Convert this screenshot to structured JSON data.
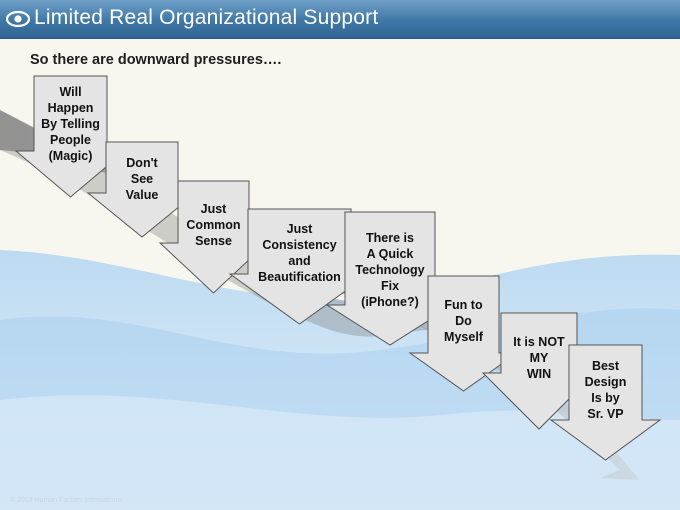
{
  "header": {
    "title": "Limited Real Organizational Support"
  },
  "subtitle": "So there are downward pressures….",
  "steps": [
    {
      "lines": [
        "Will",
        "Happen",
        "By Telling",
        "People",
        "(Magic)"
      ]
    },
    {
      "lines": [
        "Don't",
        "See",
        "Value"
      ]
    },
    {
      "lines": [
        "Just",
        "Common",
        "Sense"
      ]
    },
    {
      "lines": [
        "Just",
        "Consistency",
        "and",
        "Beautification"
      ]
    },
    {
      "lines": [
        "There is",
        "A Quick",
        "Technology",
        "Fix",
        "(iPhone?)"
      ]
    },
    {
      "lines": [
        "Fun to",
        "Do",
        "Myself"
      ]
    },
    {
      "lines": [
        "It is NOT",
        "MY",
        "WIN"
      ]
    },
    {
      "lines": [
        "Best",
        "Design",
        "Is by",
        "Sr. VP"
      ]
    }
  ],
  "footer": {
    "copyright": "© 2013 Human Factors International"
  },
  "colors": {
    "header": "#3f77a6",
    "arrow_fill": "#e4e4e4",
    "arrow_stroke": "#555555",
    "wave_light": "#cfe4f5",
    "wave_mid": "#9fcaea",
    "ribbon": "#8a8a8a"
  }
}
